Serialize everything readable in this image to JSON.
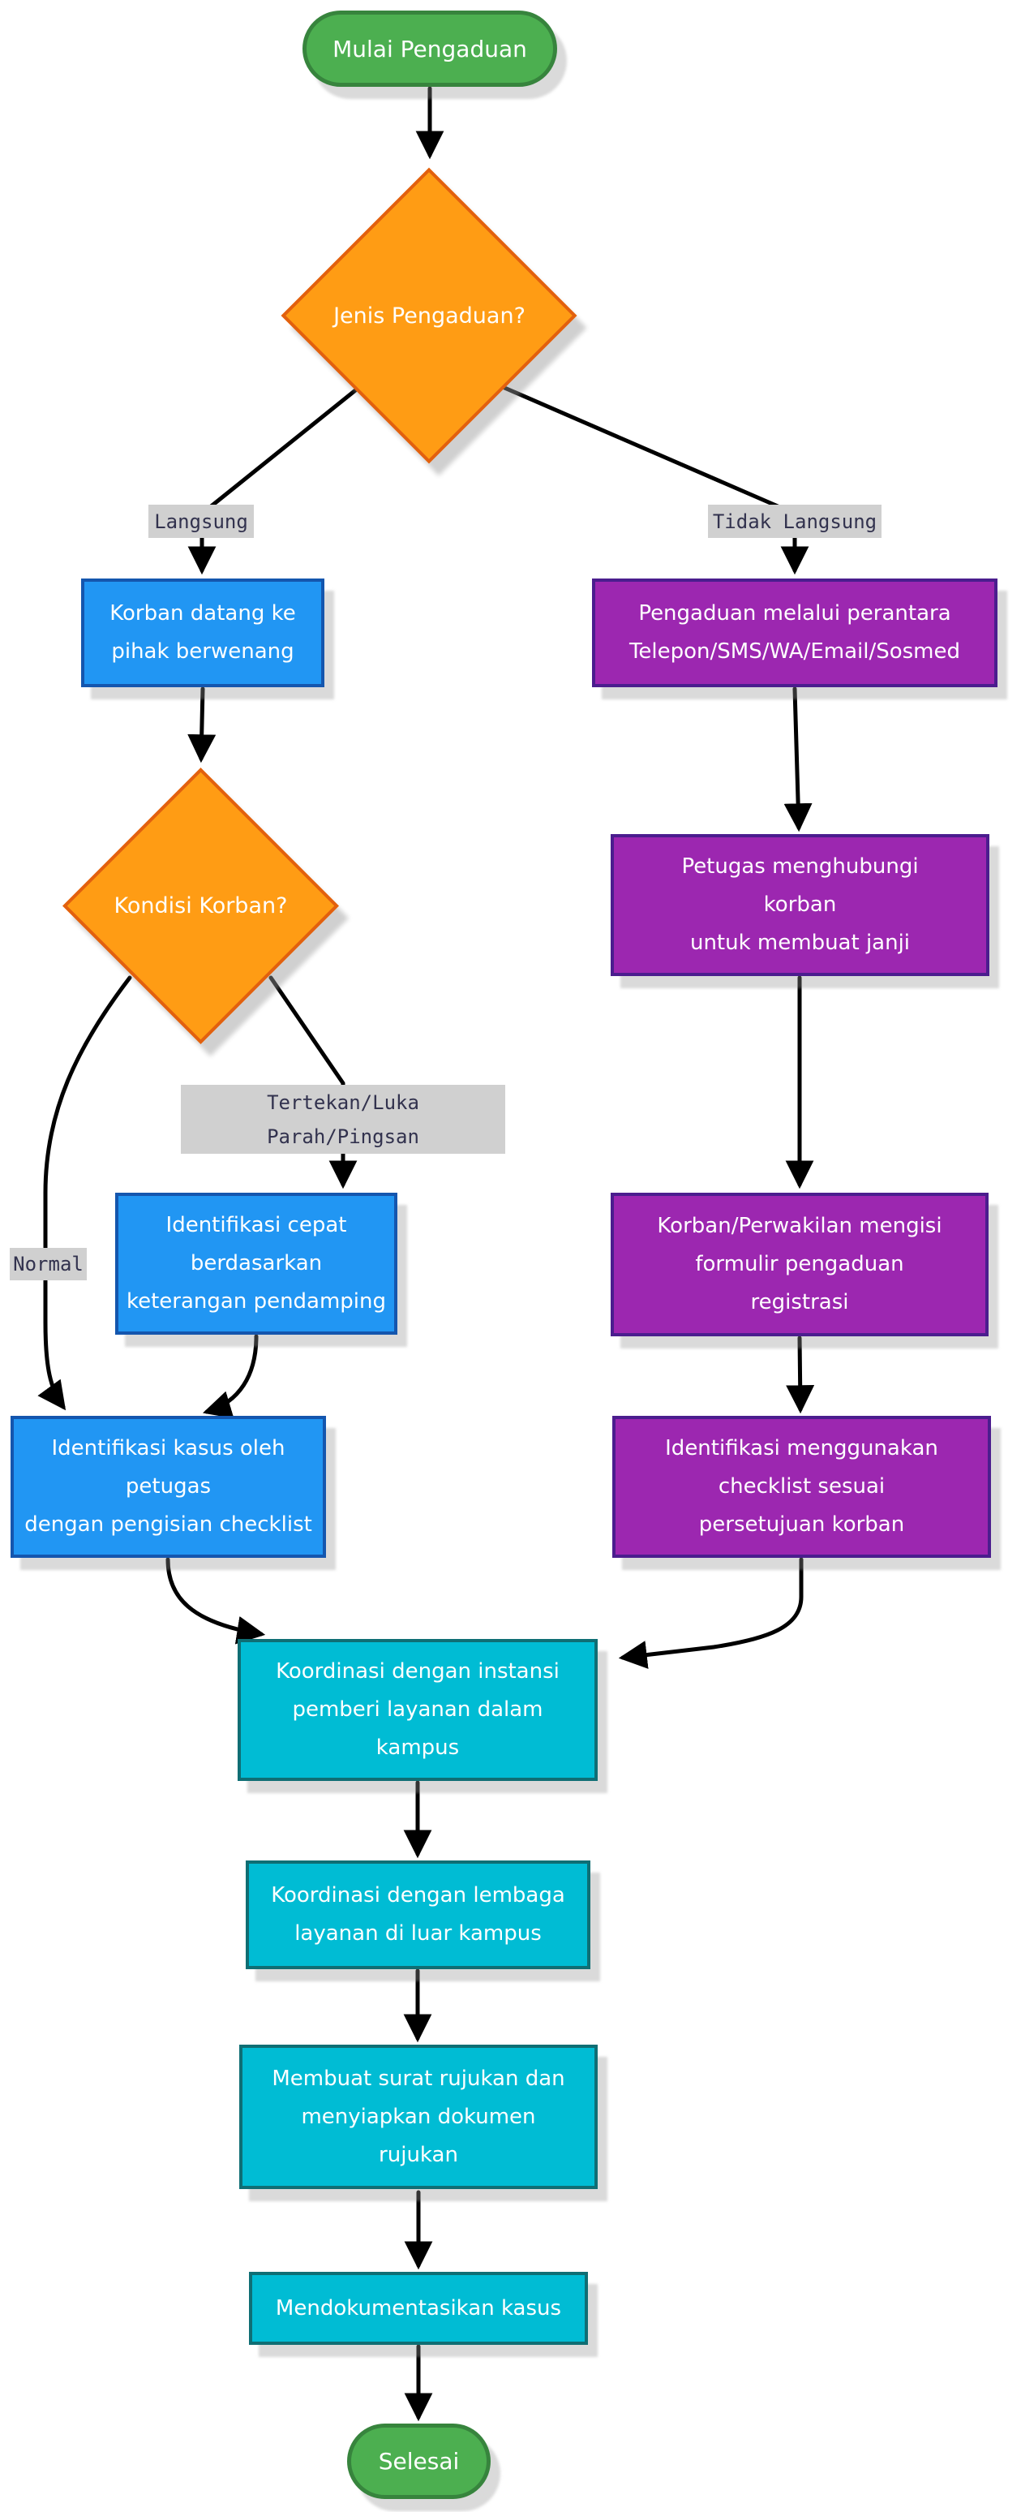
{
  "diagram": {
    "title": "Alur Pengaduan (flowchart)",
    "nodes": {
      "start": {
        "label": "Mulai Pengaduan",
        "shape": "stadium",
        "fill": "#4caf50",
        "border": "#37843d"
      },
      "decision_type": {
        "label": "Jenis Pengaduan?",
        "shape": "diamond",
        "fill": "#ff9c14",
        "border": "#e2600e"
      },
      "direct": {
        "label": "Korban datang ke\npihak berwenang",
        "shape": "rect",
        "fill": "#2196f3",
        "border": "#1456ae"
      },
      "indirect": {
        "label": "Pengaduan melalui perantara\nTelepon/SMS/WA/Email/Sosmed",
        "shape": "rect",
        "fill": "#9c27b0",
        "border": "#4b1d8e"
      },
      "decision_condition": {
        "label": "Kondisi Korban?",
        "shape": "diamond",
        "fill": "#ff9c14",
        "border": "#e2600e"
      },
      "contact": {
        "label": "Petugas menghubungi\nkorban\nuntuk membuat janji",
        "shape": "rect",
        "fill": "#9c27b0",
        "border": "#4b1d8e"
      },
      "quick_id": {
        "label": "Identifikasi cepat\nberdasarkan\nketerangan pendamping",
        "shape": "rect",
        "fill": "#2196f3",
        "border": "#1456ae"
      },
      "fill_form": {
        "label": "Korban/Perwakilan mengisi\nformulir pengaduan\nregistrasi",
        "shape": "rect",
        "fill": "#9c27b0",
        "border": "#4b1d8e"
      },
      "case_id": {
        "label": "Identifikasi kasus oleh\npetugas\ndengan pengisian checklist",
        "shape": "rect",
        "fill": "#2196f3",
        "border": "#1456ae"
      },
      "checklist_id": {
        "label": "Identifikasi menggunakan\nchecklist sesuai\npersetujuan korban",
        "shape": "rect",
        "fill": "#9c27b0",
        "border": "#4b1d8e"
      },
      "coord_internal": {
        "label": "Koordinasi dengan instansi\npemberi layanan dalam\nkampus",
        "shape": "rect",
        "fill": "#00bcd4",
        "border": "#0f6e74"
      },
      "coord_external": {
        "label": "Koordinasi dengan lembaga\nlayanan di luar kampus",
        "shape": "rect",
        "fill": "#00bcd4",
        "border": "#0f6e74"
      },
      "referral": {
        "label": "Membuat surat rujukan dan\nmenyiapkan dokumen\nrujukan",
        "shape": "rect",
        "fill": "#00bcd4",
        "border": "#0f6e74"
      },
      "document": {
        "label": "Mendokumentasikan kasus",
        "shape": "rect",
        "fill": "#00bcd4",
        "border": "#0f6e74"
      },
      "end": {
        "label": "Selesai",
        "shape": "stadium",
        "fill": "#4caf50",
        "border": "#37843d"
      }
    },
    "edge_labels": {
      "direct": "Langsung",
      "indirect": "Tidak Langsung",
      "distress": "Tertekan/Luka\nParah/Pingsan",
      "normal": "Normal"
    },
    "colors": {
      "background": "#ffffff",
      "arrow": "#000000",
      "edge_label_bg": "#d0d0d0",
      "edge_label_text": "#32324e",
      "node_text": "#ffffff"
    }
  }
}
